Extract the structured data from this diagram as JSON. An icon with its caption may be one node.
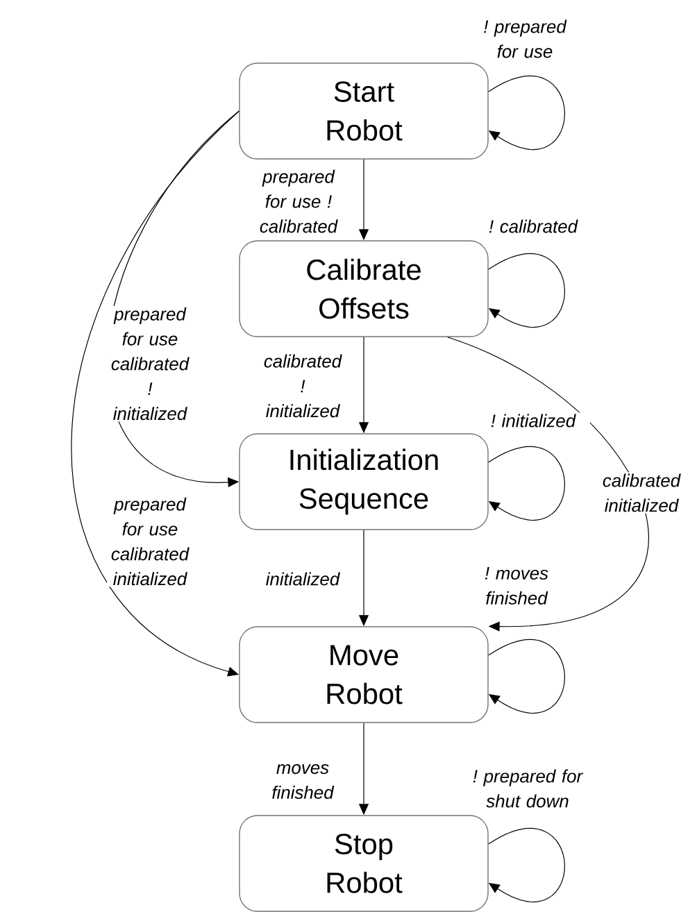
{
  "diagram": {
    "nodes": [
      {
        "text": [
          "Start Robot"
        ]
      },
      {
        "text": [
          "Calibrate Offsets"
        ]
      },
      {
        "text": [
          "Initialization Sequence"
        ]
      },
      {
        "text": [
          "Move Robot"
        ]
      },
      {
        "text": [
          "Stop Robot"
        ]
      }
    ],
    "edges": [
      {
        "from": 0,
        "to": 1,
        "arrow": "to",
        "label": "prepared for use ! calibrated"
      },
      {
        "from": 0,
        "to": 0,
        "arrow": "to",
        "label": "! prepared for use"
      },
      {
        "from": 1,
        "to": 1,
        "arrow": "to",
        "label": "! calibrated"
      },
      {
        "from": 1,
        "to": 2,
        "arrow": "to",
        "label": "calibrated ! initialized"
      },
      {
        "from": 0,
        "to": 2,
        "arrow": "to",
        "label": "prepared for use calibrated ! initialized"
      },
      {
        "from": 2,
        "to": 2,
        "arrow": "to",
        "label": "! initialized"
      },
      {
        "from": 0,
        "to": 3,
        "arrow": "to",
        "label": "prepared for use calibrated initialized"
      },
      {
        "from": 1,
        "to": 3,
        "arrow": "to",
        "label": "calibrated initialized"
      },
      {
        "from": 2,
        "to": 3,
        "arrow": "to",
        "label": "initialized"
      },
      {
        "from": 3,
        "to": 3,
        "arrow": "to",
        "label": "! moves finished"
      },
      {
        "from": 3,
        "to": 4,
        "arrow": "to",
        "label": "moves finished"
      },
      {
        "from": 4,
        "to": 4,
        "arrow": "to",
        "label": "! prepared for shut down"
      }
    ]
  }
}
